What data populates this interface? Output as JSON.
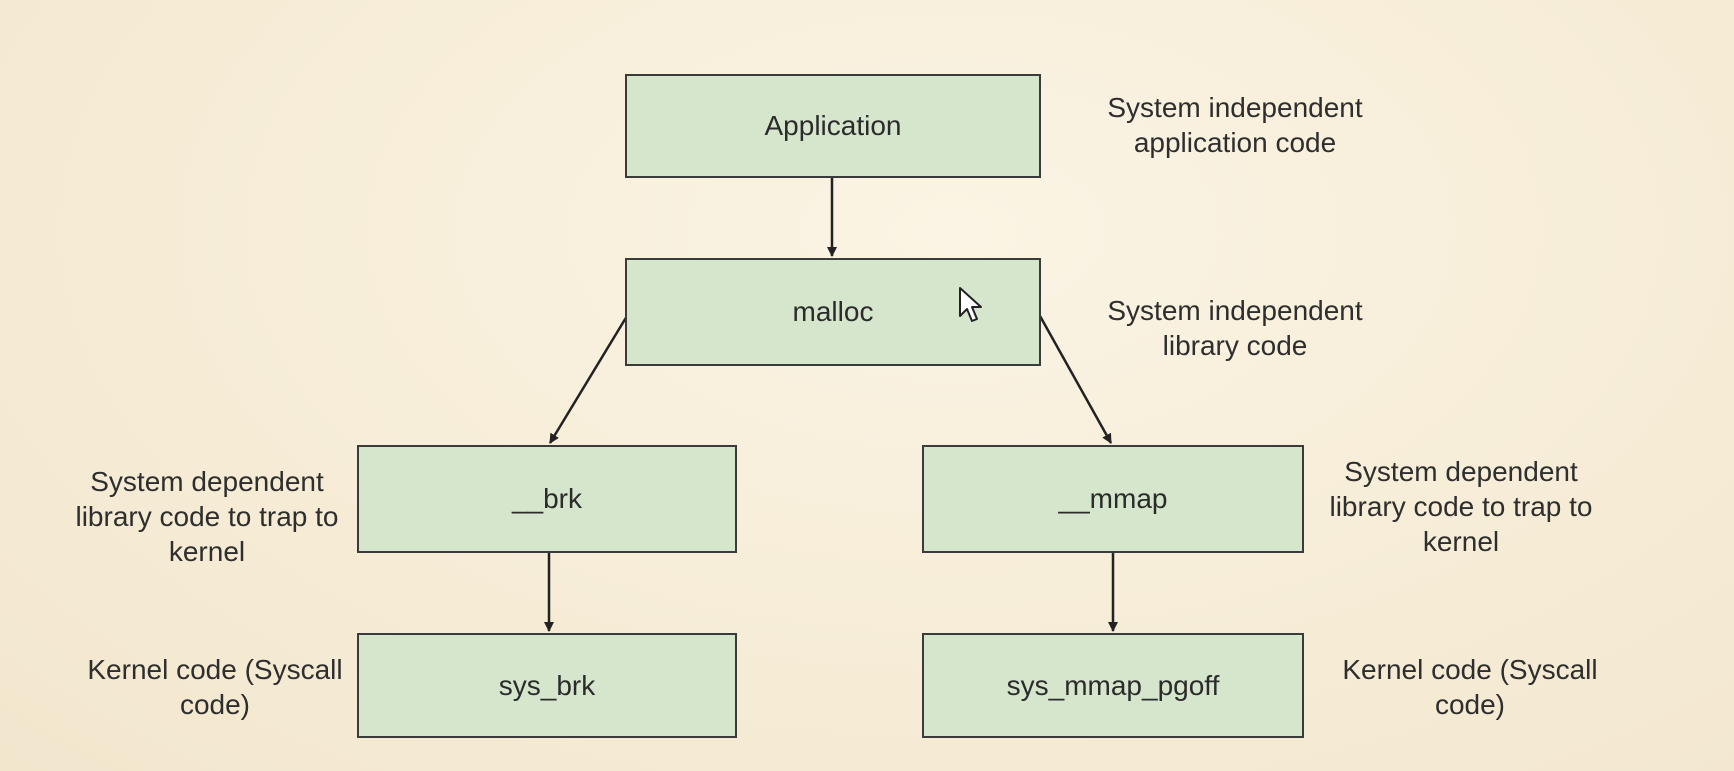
{
  "diagram": {
    "boxes": {
      "application": "Application",
      "malloc": "malloc",
      "brk": "__brk",
      "mmap": "__mmap",
      "sys_brk": "sys_brk",
      "sys_mmap_pgoff": "sys_mmap_pgoff"
    },
    "notes": {
      "application": [
        "System independent",
        "application code"
      ],
      "malloc": [
        "System independent",
        "library code"
      ],
      "brk": [
        "System dependent",
        "library code to trap to",
        "kernel"
      ],
      "mmap": [
        "System dependent",
        "library code to trap to",
        "kernel"
      ],
      "sys_brk": [
        "Kernel code (Syscall",
        "code)"
      ],
      "sys_mmap_pgoff": [
        "Kernel code (Syscall",
        "code)"
      ]
    },
    "edges": [
      {
        "from": "Application",
        "to": "malloc"
      },
      {
        "from": "malloc",
        "to": "__brk"
      },
      {
        "from": "malloc",
        "to": "__mmap"
      },
      {
        "from": "__brk",
        "to": "sys_brk"
      },
      {
        "from": "__mmap",
        "to": "sys_mmap_pgoff"
      }
    ],
    "colors": {
      "box_fill": "#d6e6cd",
      "box_border": "#3b3b3b",
      "background": "#f7eedb"
    }
  }
}
